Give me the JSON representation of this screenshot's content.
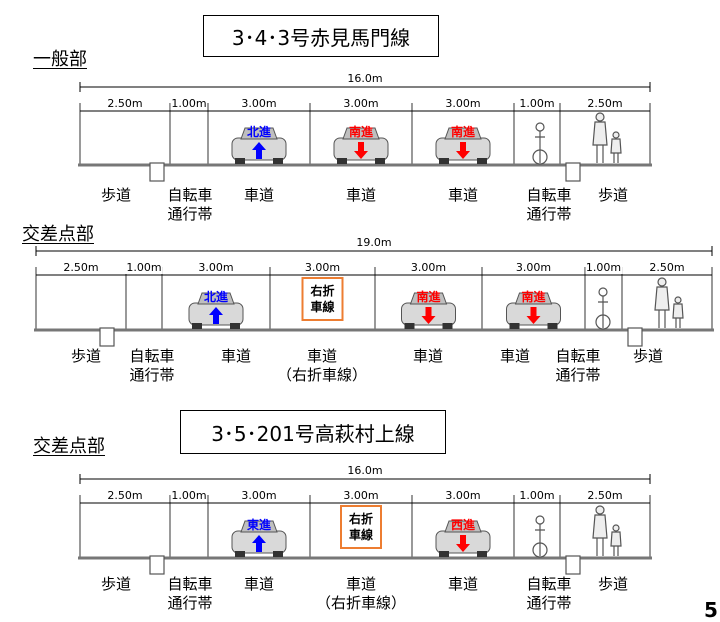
{
  "road1": {
    "title": "3･4･3号赤見馬門線"
  },
  "road2": {
    "title": "3･5･201号高萩村上線"
  },
  "sections": [
    {
      "label": "一般部",
      "total": "16.0m",
      "dims": [
        "2.50m",
        "1.00m",
        "3.00m",
        "3.00m",
        "3.00m",
        "1.00m",
        "2.50m"
      ],
      "vehicles": [
        {
          "type": "car",
          "text": "北進",
          "dir": "up",
          "color": "#0000ff"
        },
        {
          "type": "car",
          "text": "南進",
          "dir": "down",
          "color": "#ff0000"
        },
        {
          "type": "car",
          "text": "南進",
          "dir": "down",
          "color": "#ff0000"
        }
      ],
      "labels": [
        {
          "text": "歩道"
        },
        {
          "text": "自転車\n通行帯"
        },
        {
          "text": "車道"
        },
        {
          "text": "車道"
        },
        {
          "text": "車道"
        },
        {
          "text": "自転車\n通行帯"
        },
        {
          "text": "歩道"
        }
      ]
    },
    {
      "label": "交差点部",
      "total": "19.0m",
      "dims": [
        "2.50m",
        "1.00m",
        "3.00m",
        "3.00m",
        "3.00m",
        "3.00m",
        "1.00m",
        "2.50m"
      ],
      "vehicles": [
        {
          "type": "car",
          "text": "北進",
          "dir": "up",
          "color": "#0000ff"
        },
        {
          "type": "sign",
          "text": "右折\n車線"
        },
        {
          "type": "car",
          "text": "南進",
          "dir": "down",
          "color": "#ff0000"
        },
        {
          "type": "car",
          "text": "南進",
          "dir": "down",
          "color": "#ff0000"
        }
      ],
      "labels": [
        {
          "text": "歩道"
        },
        {
          "text": "自転車\n通行帯"
        },
        {
          "text": "車道"
        },
        {
          "text": "車道\n（右折車線）"
        },
        {
          "text": "車道"
        },
        {
          "text": "車道"
        },
        {
          "text": "自転車\n通行帯"
        },
        {
          "text": "歩道"
        }
      ]
    },
    {
      "label": "交差点部",
      "total": "16.0m",
      "dims": [
        "2.50m",
        "1.00m",
        "3.00m",
        "3.00m",
        "3.00m",
        "1.00m",
        "2.50m"
      ],
      "vehicles": [
        {
          "type": "car",
          "text": "東進",
          "dir": "up",
          "color": "#0000ff"
        },
        {
          "type": "sign",
          "text": "右折\n車線"
        },
        {
          "type": "car",
          "text": "西進",
          "dir": "down",
          "color": "#ff0000"
        }
      ],
      "labels": [
        {
          "text": "歩道"
        },
        {
          "text": "自転車\n通行帯"
        },
        {
          "text": "車道"
        },
        {
          "text": "車道\n（右折車線）"
        },
        {
          "text": "車道"
        },
        {
          "text": "自転車\n通行帯"
        },
        {
          "text": "歩道"
        }
      ]
    }
  ],
  "corner_mark": "5"
}
